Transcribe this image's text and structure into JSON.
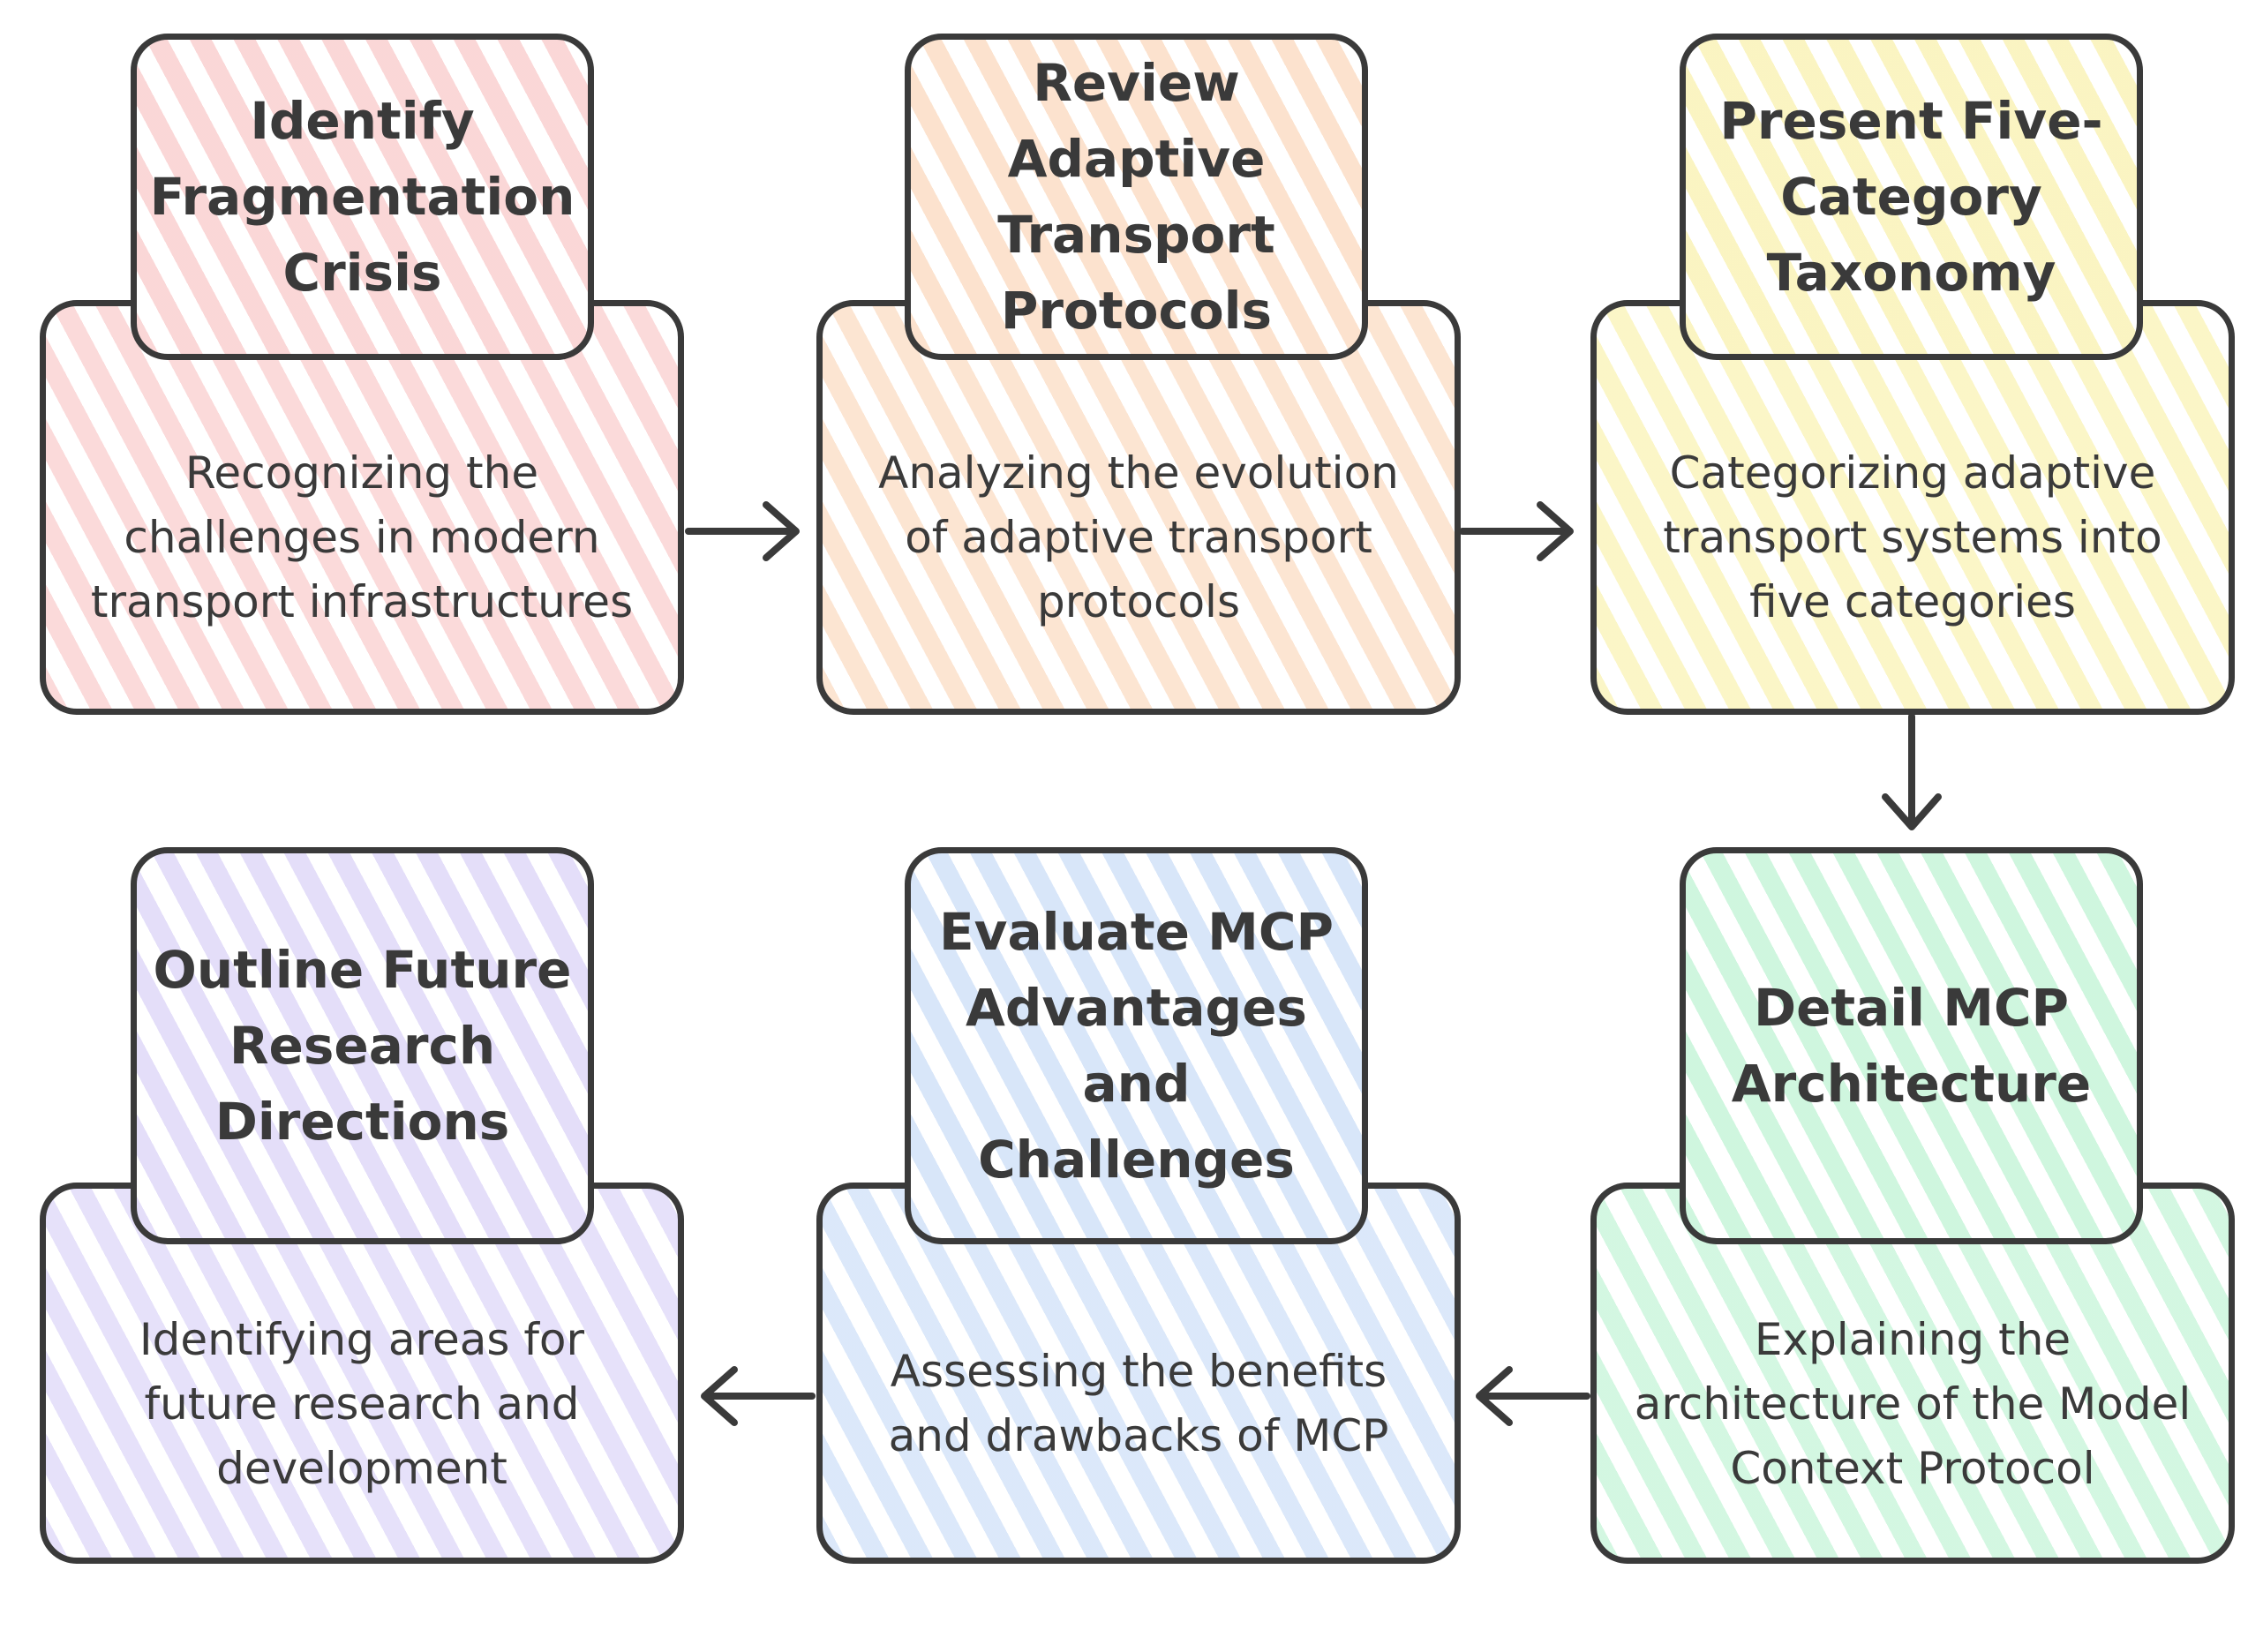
{
  "steps": [
    {
      "title": "Identify Fragmentation Crisis",
      "description": "Recognizing the challenges in modern transport infrastructures",
      "color": "#f7b6b6"
    },
    {
      "title": "Review Adaptive Transport Protocols",
      "description": "Analyzing the evolution of adaptive transport protocols",
      "color": "#f9cba6"
    },
    {
      "title": "Present Five-Category Taxonomy",
      "description": "Categorizing adaptive transport systems into five categories",
      "color": "#f7ec8f"
    },
    {
      "title": "Detail MCP Architecture",
      "description": "Explaining the architecture of the Model Context Protocol",
      "color": "#a8efc4"
    },
    {
      "title": "Evaluate MCP Advantages and Challenges",
      "description": "Assessing the benefits and drawbacks of MCP",
      "color": "#b8d2f4"
    },
    {
      "title": "Outline Future Research Directions",
      "description": "Identifying areas for future research and development",
      "color": "#cdc3f4"
    }
  ]
}
